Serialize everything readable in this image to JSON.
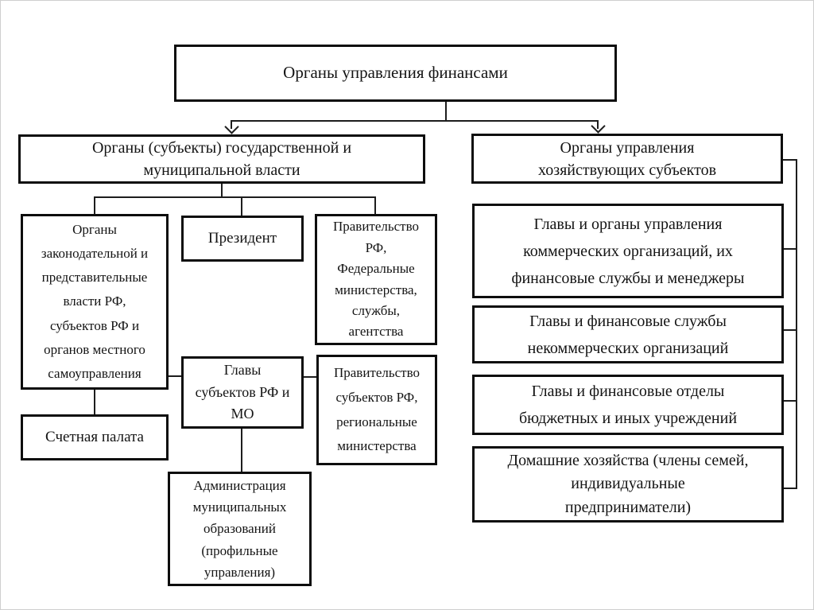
{
  "diagram": {
    "title": "Органы управления финансами",
    "language": "ru",
    "colors": {
      "background": "#ffffff",
      "box_border": "#0d0d0d",
      "connector_line": "#1d1d1d",
      "text": "#141414",
      "outer_frame": "#cfcfcf"
    },
    "nodes": {
      "root": {
        "label": "Органы управления финансами"
      },
      "gov": {
        "label": "Органы (субъекты) государственной и\nмуниципальной власти"
      },
      "econ": {
        "label": "Органы  управления\nхозяйствующих субъектов"
      },
      "legislative": {
        "label": "Органы\nзаконодательной и\nпредставительные\nвласти РФ,\nсубъектов РФ и\nорганов местного\nсамоуправления"
      },
      "president": {
        "label": "Президент"
      },
      "government_rf": {
        "label": "Правительство\nРФ,\nФедеральные\nминистерства,\nслужбы,\nагентства"
      },
      "heads_subjects": {
        "label": "Главы\nсубъектов РФ и\nМО"
      },
      "government_subjects": {
        "label": "Правительство\nсубъектов РФ,\nрегиональные\nминистерства"
      },
      "accounts_chamber": {
        "label": "Счетная палата"
      },
      "municipal_admin": {
        "label": "Администрация\nмуниципальных\nобразований\n(профильные\nуправления)"
      },
      "commercial": {
        "label": "Главы и органы управления\nкоммерческих организаций, их\nфинансовые службы и менеджеры"
      },
      "noncommercial": {
        "label": "Главы и финансовые службы\nнекоммерческих организаций"
      },
      "budget": {
        "label": "Главы и финансовые отделы\nбюджетных и иных учреждений"
      },
      "households": {
        "label": "Домашние хозяйства (члены семей,\nиндивидуальные\nпредприниматели)"
      }
    }
  }
}
